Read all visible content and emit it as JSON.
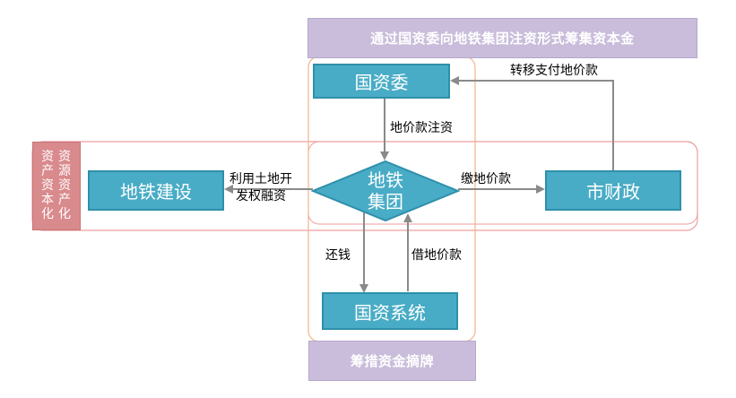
{
  "banners": {
    "top": "通过国资委向地铁集团注资形式筹集资本金",
    "bottom": "筹措资金摘牌"
  },
  "nodes": {
    "sasac": "国资委",
    "metro_group_line1": "地铁",
    "metro_group_line2": "集团",
    "metro_construction": "地铁建设",
    "city_finance": "市财政",
    "state_system": "国资系统"
  },
  "side_tag": {
    "col1": "资产资本化",
    "col2": "资源资产化"
  },
  "edge_labels": {
    "transfer_payment": "转移支付地价款",
    "land_capital_injection": "地价款注资",
    "pay_land_price": "缴地价款",
    "land_financing_line1": "利用土地开",
    "land_financing_line2": "发权融资",
    "repay": "还钱",
    "borrow_land_price": "借地价款"
  },
  "colors": {
    "node_fill": "#49acc6",
    "node_border": "#2e8fab",
    "banner_fill": "#c9bddb",
    "side_tag_fill": "#d98a8d",
    "frame_orange": "#f2b48c",
    "frame_pink": "#ee9ea0",
    "arrow": "#8a8a8a"
  }
}
